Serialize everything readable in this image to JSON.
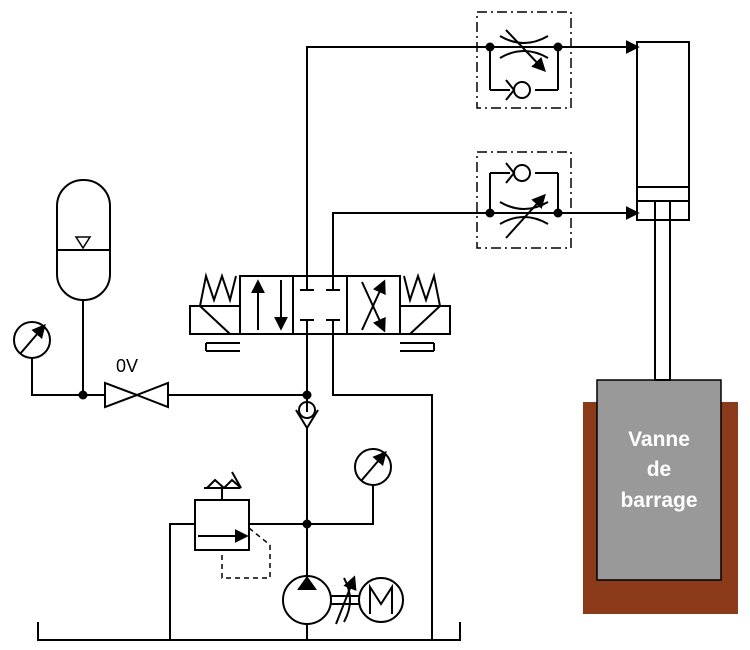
{
  "labels": {
    "valve": "0V",
    "gate_line1": "Vanne",
    "gate_line2": "de",
    "gate_line3": "barrage"
  },
  "colors": {
    "lines": "#000000",
    "gate_body": "#999999",
    "gate_frame": "#8b3a1a",
    "gate_text": "#ffffff"
  }
}
